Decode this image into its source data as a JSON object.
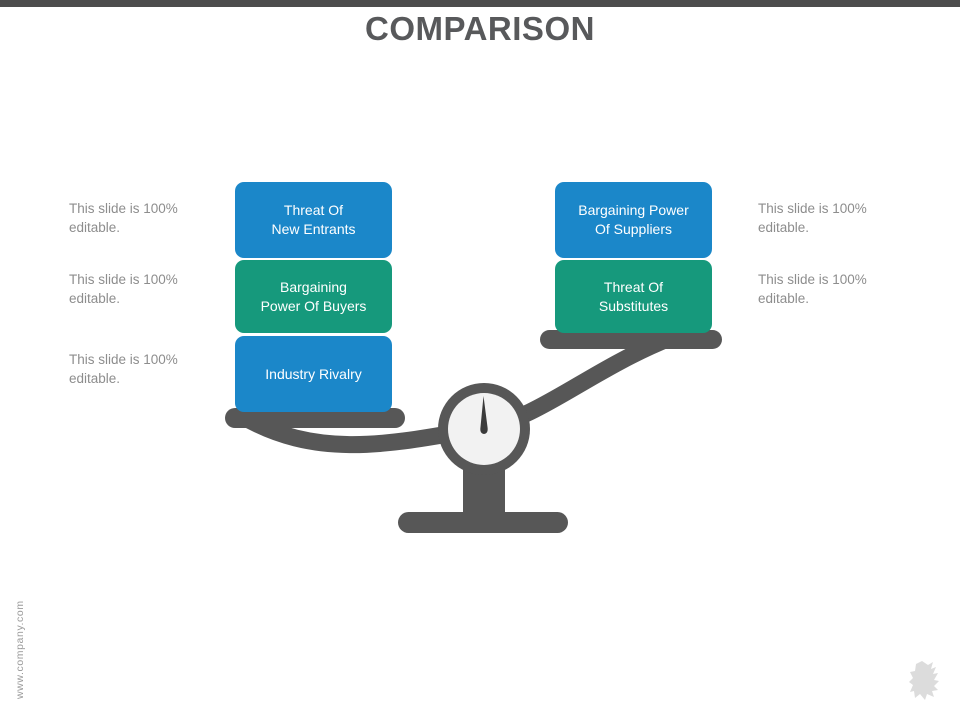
{
  "slide": {
    "title": "COMPARISON",
    "accent_bar_color": "#4d4d4d",
    "title_color": "#58595b",
    "background": "#ffffff"
  },
  "colors": {
    "blue": "#1b87c9",
    "green": "#16997c",
    "grey": "#575757",
    "note_text": "#8d8d8d",
    "gauge_face": "#f2f2f2"
  },
  "notes": {
    "left": [
      {
        "text": "This slide is 100% editable."
      },
      {
        "text": "This slide is 100% editable."
      },
      {
        "text": "This slide is 100% editable."
      }
    ],
    "right": [
      {
        "text": "This slide is 100% editable."
      },
      {
        "text": "This slide is 100% editable."
      }
    ]
  },
  "left_pan": {
    "boxes": [
      {
        "label": "Threat Of\nNew Entrants",
        "color": "blue"
      },
      {
        "label": "Bargaining\nPower Of Buyers",
        "color": "green"
      },
      {
        "label": "Industry Rivalry",
        "color": "blue"
      }
    ]
  },
  "right_pan": {
    "boxes": [
      {
        "label": "Bargaining Power\nOf Suppliers",
        "color": "blue"
      },
      {
        "label": "Threat Of\nSubstitutes",
        "color": "green"
      }
    ]
  },
  "footer": {
    "url": "www.company.com"
  }
}
